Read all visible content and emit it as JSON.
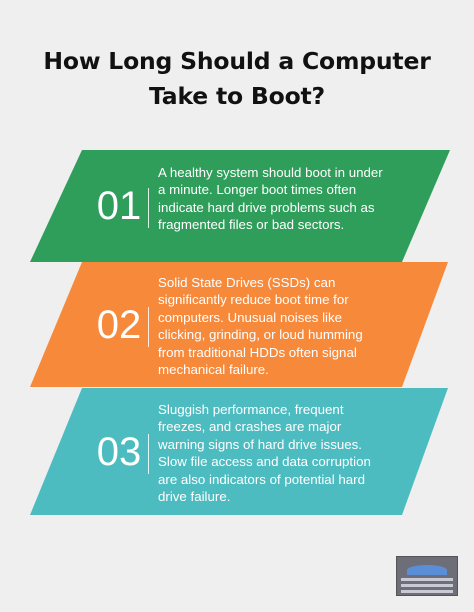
{
  "page": {
    "title_line1": "How Long Should a Computer",
    "title_line2": "Take to Boot?"
  },
  "cards": [
    {
      "number": "01",
      "color": "#2e9e5a",
      "text": "A healthy system should boot in under a minute. Longer boot times often indicate hard drive problems such as fragmented files or bad sectors."
    },
    {
      "number": "02",
      "color": "#f7893b",
      "text": "Solid State Drives (SSDs) can significantly reduce boot time for computers. Unusual noises like clicking, grinding, or loud humming from traditional HDDs often signal mechanical failure."
    },
    {
      "number": "03",
      "color": "#4dbcc0",
      "text": "Sluggish performance, frequent freezes, and crashes are major warning signs of hard drive issues. Slow file access and data corruption are also indicators of potential hard drive failure."
    }
  ],
  "logo": {
    "icon": "company-logo-icon"
  }
}
